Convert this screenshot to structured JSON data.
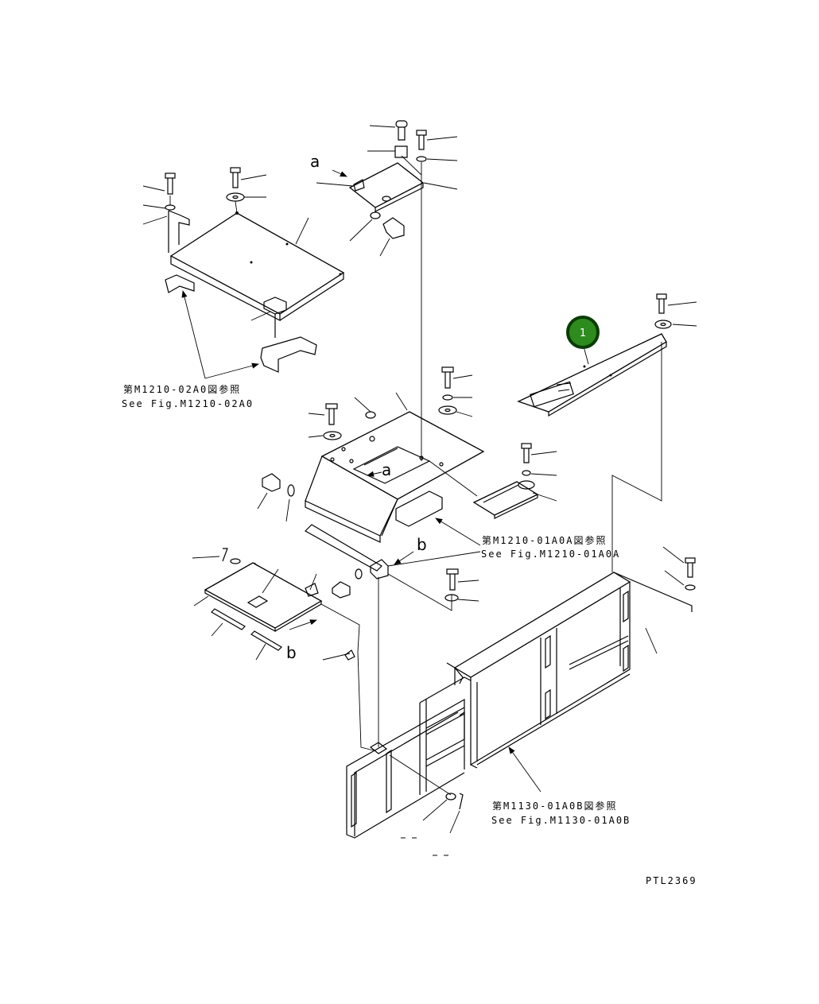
{
  "callouts": {
    "item_1": "1",
    "letter_a_top": "a",
    "letter_a_mid": "a",
    "letter_b_mid": "b",
    "letter_b_low": "b"
  },
  "references": {
    "ref_1_jp": "第M1210-02A0図参照",
    "ref_1_en": "See Fig.M1210-02A0",
    "ref_2_jp": "第M1210-01A0A図参照",
    "ref_2_en": "See Fig.M1210-01A0A",
    "ref_3_jp": "第M1130-01A0B図参照",
    "ref_3_en": "See Fig.M1130-01A0B"
  },
  "drawing_id": "PTL2369",
  "colors": {
    "callout_fill": "#2e8b1e",
    "callout_ring": "#0a3d05",
    "line": "#000000"
  }
}
